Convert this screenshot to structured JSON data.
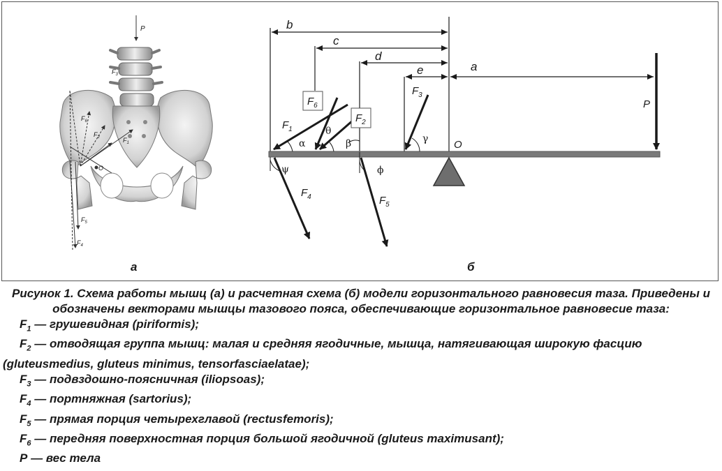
{
  "panels": {
    "a_label": "а",
    "b_label": "б"
  },
  "schema": {
    "dims": {
      "b": "b",
      "c": "c",
      "d": "d",
      "e": "e",
      "a": "a"
    },
    "forces": {
      "P": "P",
      "F1": {
        "sym": "F",
        "sub": "1"
      },
      "F2": {
        "sym": "F",
        "sub": "2"
      },
      "F3": {
        "sym": "F",
        "sub": "3"
      },
      "F4": {
        "sym": "F",
        "sub": "4"
      },
      "F5": {
        "sym": "F",
        "sub": "5"
      },
      "F6": {
        "sym": "F",
        "sub": "6"
      }
    },
    "angles": {
      "alpha": "α",
      "theta": "θ",
      "beta": "β",
      "gamma": "γ",
      "psi": "ψ",
      "phi": "ϕ"
    },
    "pivot": "O"
  },
  "pelvis": {
    "P": "P",
    "F1": {
      "sym": "F",
      "sub": "1"
    },
    "F2": {
      "sym": "F",
      "sub": "2"
    },
    "F3": {
      "sym": "F",
      "sub": "3"
    },
    "F4": {
      "sym": "F",
      "sub": "4"
    },
    "F5": {
      "sym": "F",
      "sub": "5"
    },
    "F6": {
      "sym": "F",
      "sub": "6"
    },
    "O": "O"
  },
  "caption": {
    "title": "Рисунок 1. Схема работы мышц (а) и расчетная схема (б) модели горизонтального равновесия таза. Приведены и обозначены векторами мышцы тазового пояса, обеспечивающие горизонтальное равновесие таза:",
    "legend": [
      {
        "sym": "F",
        "sub": "1",
        "text": " — грушевидная (piriformis);"
      },
      {
        "sym": "F",
        "sub": "2",
        "text": " — отводящая группа мышц: малая и средняя ягодичные, мышца, натягивающая широкую фасцию (gluteusmedius, gluteus minimus, tensorfasciaelatae);"
      },
      {
        "sym": "F",
        "sub": "3",
        "text": " — подвздошно-поясничная (iliopsoas);"
      },
      {
        "sym": "F",
        "sub": "4",
        "text": " — портняжная (sartorius);"
      },
      {
        "sym": "F",
        "sub": "5",
        "text": " — прямая порция четырехглавой (rectusfemoris);"
      },
      {
        "sym": "F",
        "sub": "6",
        "text": " — передняя поверхностная порция большой ягодичной (gluteus maximusant);"
      },
      {
        "sym": "P",
        "sub": "",
        "text": " — вес тела"
      }
    ]
  }
}
